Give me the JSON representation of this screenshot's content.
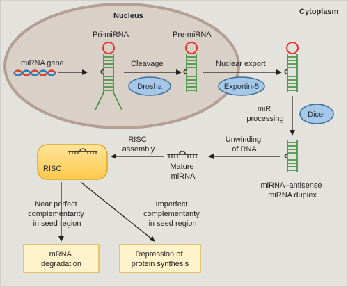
{
  "regions": {
    "cytoplasm": "Cytoplasm",
    "nucleus": "Nucleus"
  },
  "molecules": {
    "pri_mirna": "Pri-miRNA",
    "pre_mirna": "Pre-miRNA",
    "mirna_gene": "miRNA gene",
    "mature_mirna": [
      "Mature",
      "miRNA"
    ],
    "duplex": [
      "miRNA–antisense",
      "miRNA duplex"
    ]
  },
  "proteins": {
    "drosha": "Drosha",
    "exportin": "Exportin-5",
    "dicer": "Dicer",
    "risc": "RISC"
  },
  "steps": {
    "cleavage": "Cleavage",
    "nuclear_export": "Nuclear export",
    "mir_processing": [
      "miR",
      "processing"
    ],
    "unwinding": [
      "Unwinding",
      "of RNA"
    ],
    "risc_assembly": [
      "RISC",
      "assembly"
    ],
    "near_perfect": [
      "Near perfect",
      "complementarity",
      "in seed region"
    ],
    "imperfect": [
      "Imperfect",
      "complementarity",
      "in seed region"
    ]
  },
  "outcomes": {
    "mrna_degradation": [
      "mRNA",
      "degradation"
    ],
    "repression": [
      "Repression of",
      "protein synthesis"
    ]
  },
  "colors": {
    "background": "#e4e2dc",
    "nucleus_fill": "#d9d0c7",
    "nucleus_border": "#b59e93",
    "loop": "#e3342f",
    "stem": "#3b8f3b",
    "pill_fill": "#a6c8e8",
    "pill_border": "#3a6d99",
    "risc_fill": "#ffd877",
    "box_fill": "#fff3cc",
    "box_border": "#e6b84a",
    "dna_red": "#d7402e",
    "dna_blue": "#2f7ab8",
    "arrow": "#231f20"
  }
}
